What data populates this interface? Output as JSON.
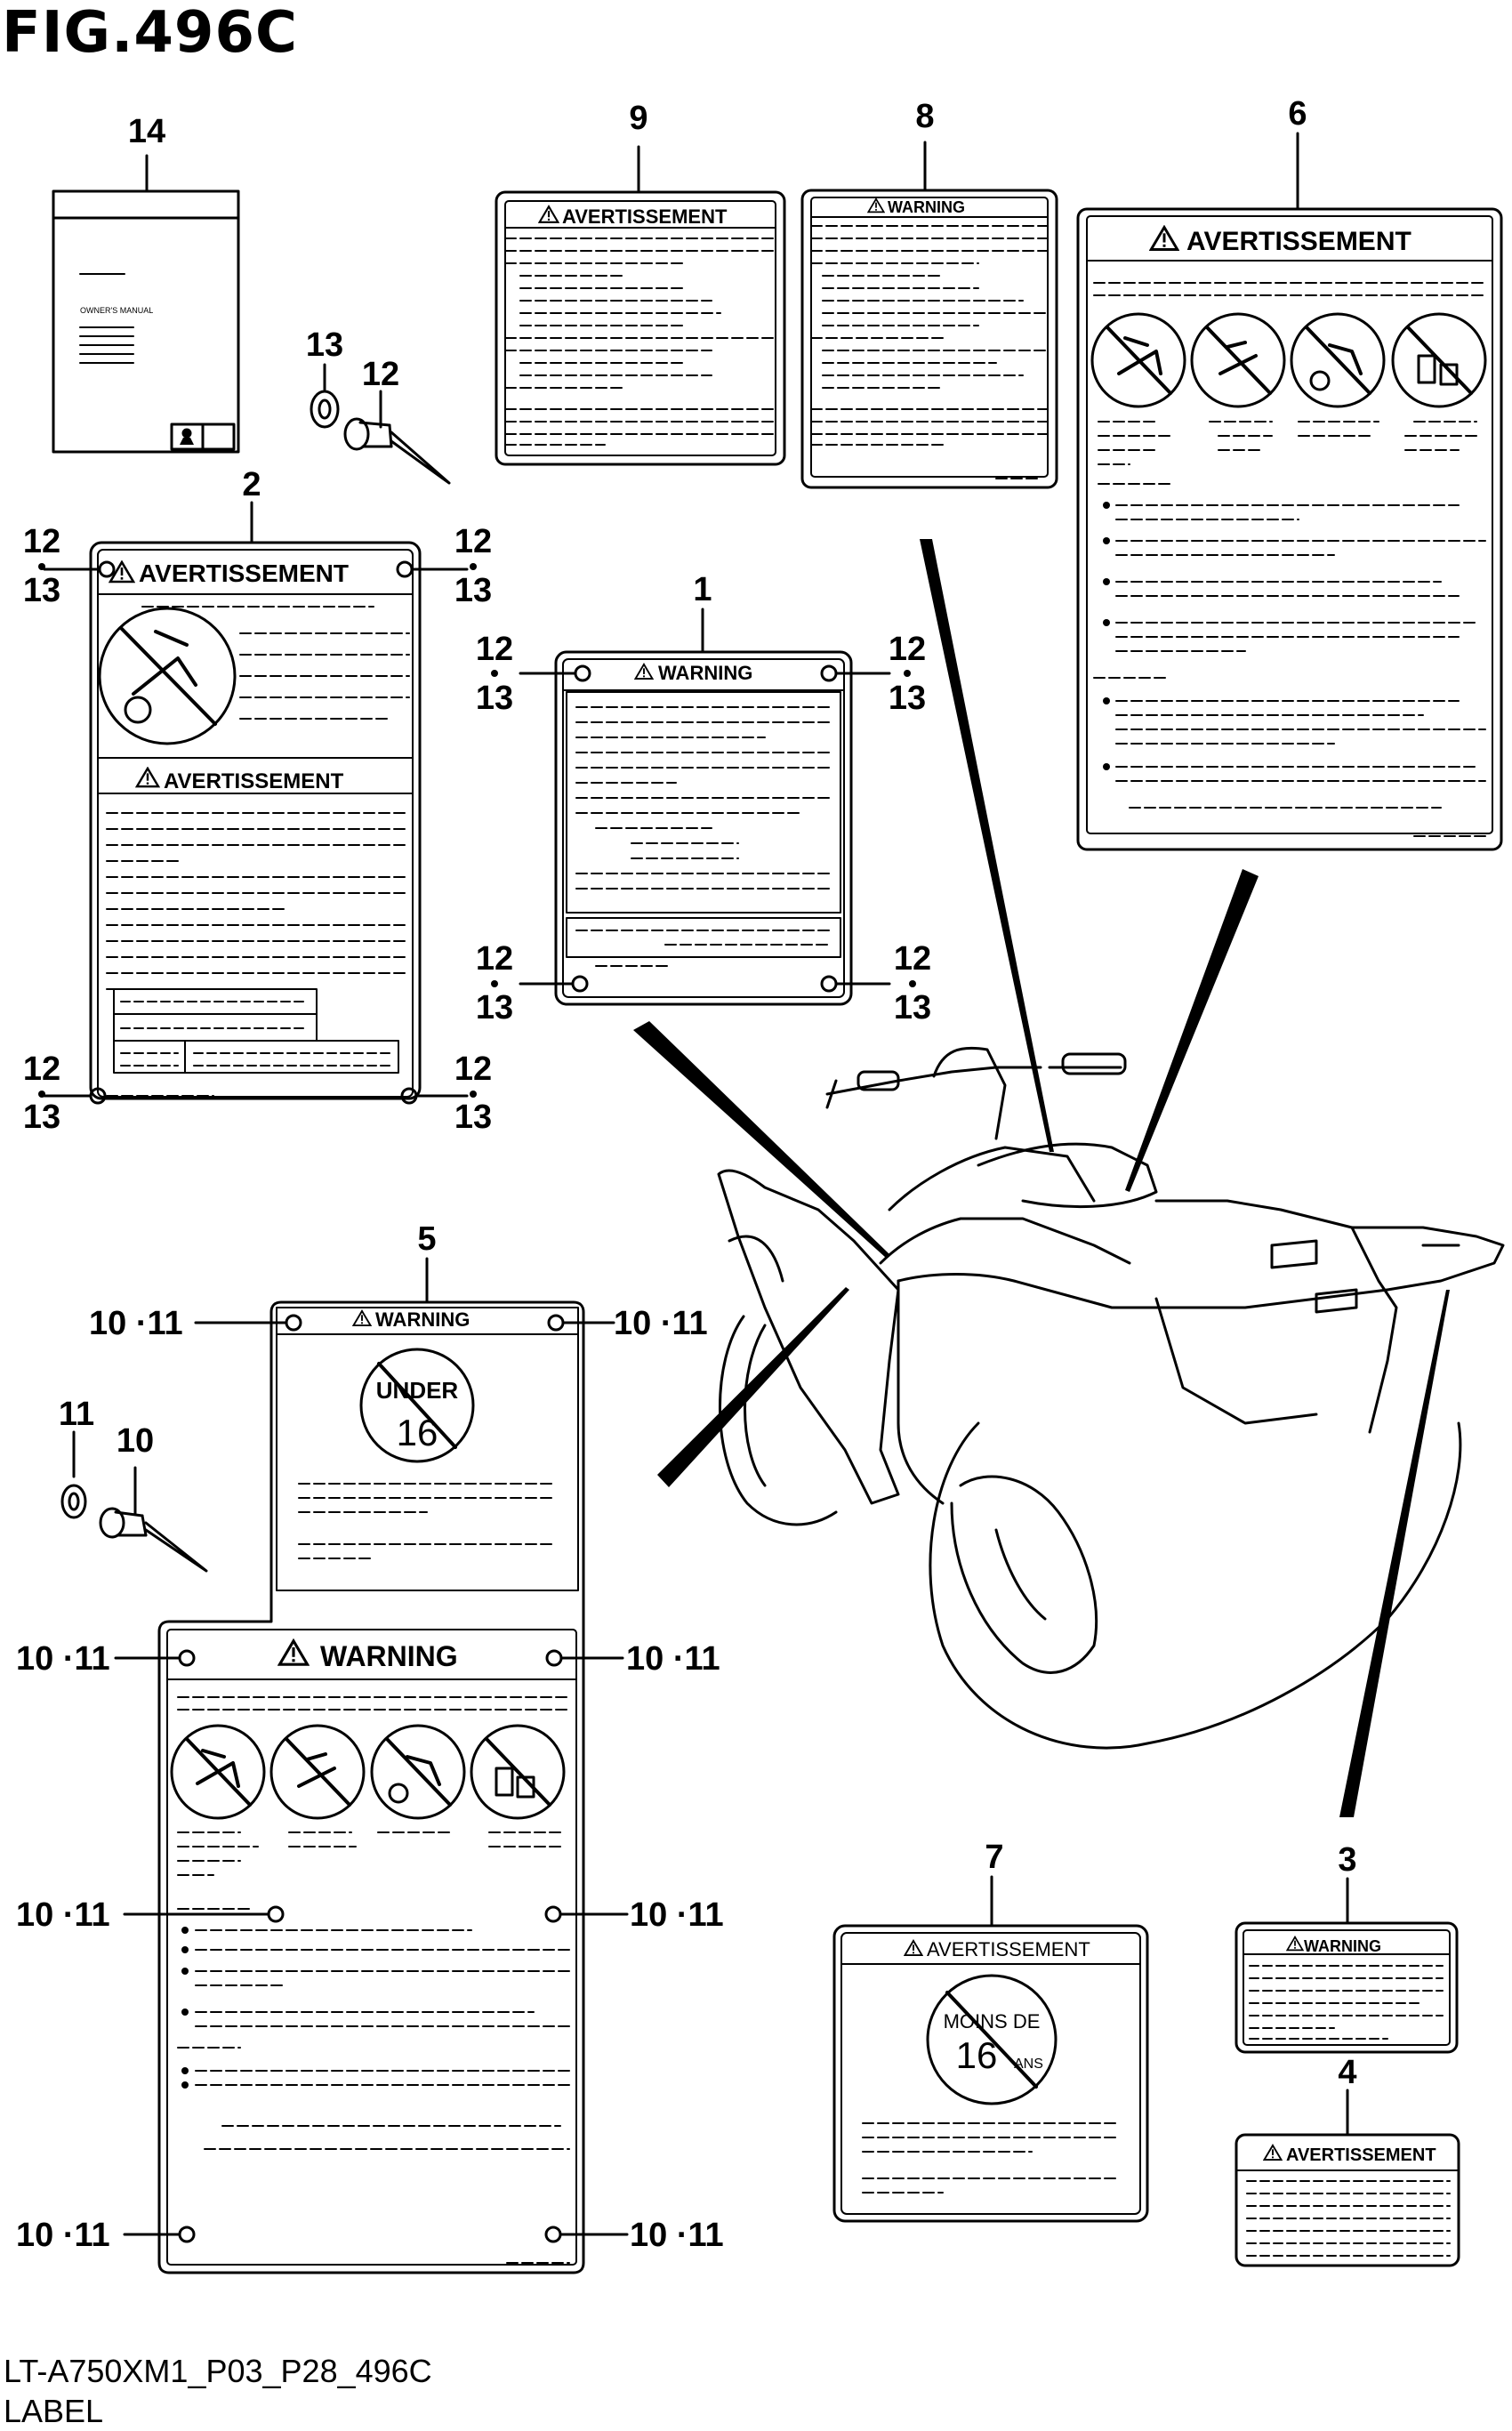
{
  "figure": "FIG.496C",
  "footer_code": "LT-A750XM1_P03_P28_496C",
  "footer_label": "LABEL",
  "callouts": {
    "n1": "1",
    "n2": "2",
    "n3": "3",
    "n4": "4",
    "n5": "5",
    "n6": "6",
    "n7": "7",
    "n8": "8",
    "n9": "9",
    "n10": "10",
    "n11": "11",
    "n12": "12",
    "n13": "13",
    "n14": "14",
    "pair": "10 ·11"
  },
  "labels": {
    "warning": "WARNING",
    "avertissement": "AVERTISSEMENT",
    "owners_manual": "OWNER'S MANUAL",
    "under": "UNDER",
    "age16": "16",
    "moins_de": "MOINS DE",
    "ans": "ANS"
  }
}
